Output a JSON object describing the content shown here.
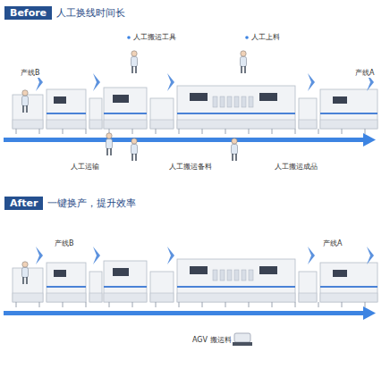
{
  "diagram": {
    "nodes": [
      {
        "text": [
          "Before",
          "人工换线时间长"
        ]
      },
      {
        "text": [
          "After",
          "一键换产，提升效率"
        ]
      }
    ],
    "labels": [
      "人工搬运工具",
      "人工上料",
      "产线B",
      "产线A",
      "人工运输",
      "人工搬运备料",
      "人工搬运成品",
      "产线B",
      "产线A",
      "AGV 搬运料"
    ]
  }
}
